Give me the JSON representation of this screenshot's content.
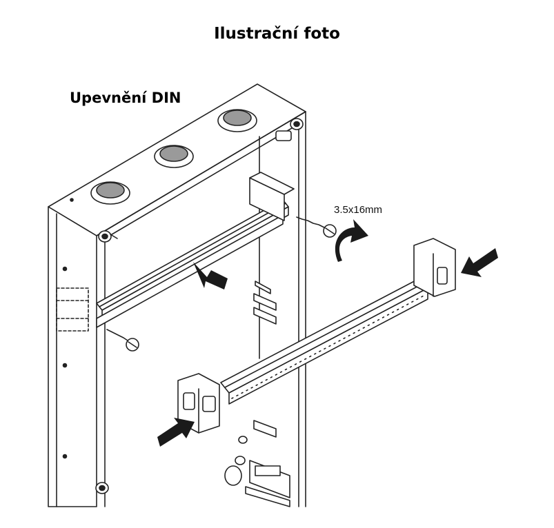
{
  "header": {
    "title": "Ilustrační foto"
  },
  "diagram": {
    "section_label": "Upevnění DIN",
    "screw_size_label": "3.5x16mm"
  },
  "colors": {
    "line": "#222222",
    "fill": "#ffffff",
    "shade": "#9a9a9a",
    "arrow": "#1a1a1a"
  }
}
